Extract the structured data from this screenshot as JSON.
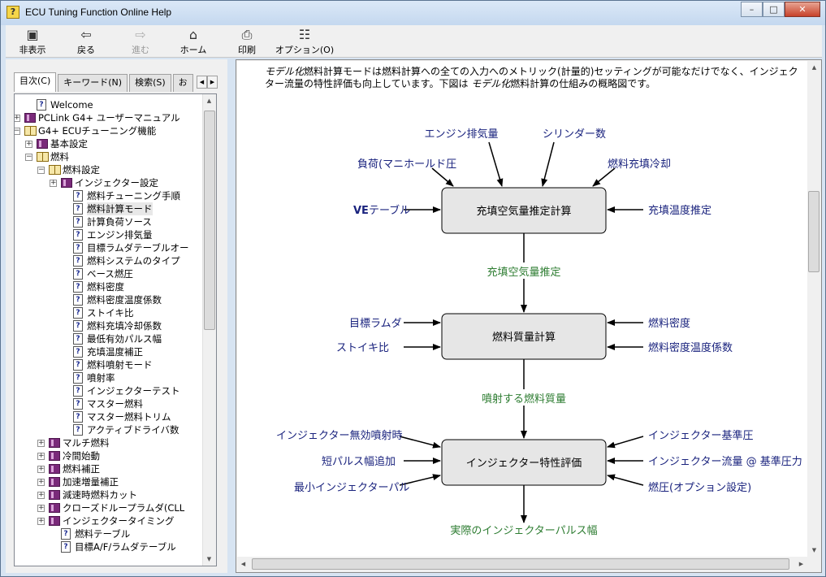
{
  "window": {
    "title": "ECU Tuning Function Online Help",
    "icon": "help-book-icon",
    "minimize": "–",
    "maximize": "□",
    "close": "✕"
  },
  "toolbar": {
    "hide": "非表示",
    "back": "戻る",
    "forward": "進む",
    "home": "ホーム",
    "print": "印刷",
    "options": "オプション(O)"
  },
  "tabs": {
    "contents": "目次(C)",
    "keyword": "キーワード(N)",
    "search": "検索(S)",
    "favorites": "お"
  },
  "tree": [
    {
      "label": "Welcome",
      "type": "page",
      "level": 1,
      "expander": ""
    },
    {
      "label": "PCLink G4+ ユーザーマニュアル",
      "type": "book",
      "level": 0,
      "expander": "+"
    },
    {
      "label": "G4+ ECUチューニング機能",
      "type": "open",
      "level": 0,
      "expander": "−"
    },
    {
      "label": "基本設定",
      "type": "book",
      "level": 1,
      "expander": "+"
    },
    {
      "label": "燃料",
      "type": "open",
      "level": 1,
      "expander": "−"
    },
    {
      "label": "燃料設定",
      "type": "open",
      "level": 2,
      "expander": "−"
    },
    {
      "label": "インジェクター設定",
      "type": "book",
      "level": 3,
      "expander": "+"
    },
    {
      "label": "燃料チューニング手順",
      "type": "page",
      "level": 4,
      "expander": ""
    },
    {
      "label": "燃料計算モード",
      "type": "page",
      "level": 4,
      "expander": "",
      "selected": true
    },
    {
      "label": "計算負荷ソース",
      "type": "page",
      "level": 4,
      "expander": ""
    },
    {
      "label": "エンジン排気量",
      "type": "page",
      "level": 4,
      "expander": ""
    },
    {
      "label": "目標ラムダテーブルオー",
      "type": "page",
      "level": 4,
      "expander": ""
    },
    {
      "label": "燃料システムのタイプ",
      "type": "page",
      "level": 4,
      "expander": ""
    },
    {
      "label": "ベース燃圧",
      "type": "page",
      "level": 4,
      "expander": ""
    },
    {
      "label": "燃料密度",
      "type": "page",
      "level": 4,
      "expander": ""
    },
    {
      "label": "燃料密度温度係数",
      "type": "page",
      "level": 4,
      "expander": ""
    },
    {
      "label": "ストイキ比",
      "type": "page",
      "level": 4,
      "expander": ""
    },
    {
      "label": "燃料充填冷却係数",
      "type": "page",
      "level": 4,
      "expander": ""
    },
    {
      "label": "最低有効パルス幅",
      "type": "page",
      "level": 4,
      "expander": ""
    },
    {
      "label": "充填温度補正",
      "type": "page",
      "level": 4,
      "expander": ""
    },
    {
      "label": "燃料噴射モード",
      "type": "page",
      "level": 4,
      "expander": ""
    },
    {
      "label": "噴射率",
      "type": "page",
      "level": 4,
      "expander": ""
    },
    {
      "label": "インジェクターテスト",
      "type": "page",
      "level": 4,
      "expander": ""
    },
    {
      "label": "マスター燃料",
      "type": "page",
      "level": 4,
      "expander": ""
    },
    {
      "label": "マスター燃料トリム",
      "type": "page",
      "level": 4,
      "expander": ""
    },
    {
      "label": "アクティブドライバ数",
      "type": "page",
      "level": 4,
      "expander": ""
    },
    {
      "label": "マルチ燃料",
      "type": "book",
      "level": 2,
      "expander": "+"
    },
    {
      "label": "冷間始動",
      "type": "book",
      "level": 2,
      "expander": "+"
    },
    {
      "label": "燃料補正",
      "type": "book",
      "level": 2,
      "expander": "+"
    },
    {
      "label": "加速増量補正",
      "type": "book",
      "level": 2,
      "expander": "+"
    },
    {
      "label": "減速時燃料カット",
      "type": "book",
      "level": 2,
      "expander": "+"
    },
    {
      "label": "クローズドループラムダ(CLL",
      "type": "book",
      "level": 2,
      "expander": "+"
    },
    {
      "label": "インジェクタータイミング",
      "type": "book",
      "level": 2,
      "expander": "+"
    },
    {
      "label": "燃料テーブル",
      "type": "page",
      "level": 3,
      "expander": ""
    },
    {
      "label": "目標A/F/ラムダテーブル",
      "type": "page",
      "level": 3,
      "expander": ""
    }
  ],
  "content": {
    "intro_em1": "モデル化",
    "intro_p1": "燃料計算モードは燃料計算への全ての入力へのメトリック(計量的)セッティングが可能なだけでなく、インジェクター流量の特性評価も向上しています。下図は",
    "intro_em2": "モデル化",
    "intro_p2": "燃料計算の仕組みの概略図です。"
  },
  "diagram": {
    "box1": "充填空気量推定計算",
    "box2": "燃料質量計算",
    "box3": "インジェクター特性評価",
    "top_in1": "エンジン排気量",
    "top_in2": "シリンダー数",
    "load": "負荷(マニホールド圧",
    "charge_cool": "燃料充填冷却",
    "ve_bold": "VE",
    "ve_rest": "テーブル",
    "charge_temp": "充填温度推定",
    "out1": "充填空気量推定",
    "target_lambda": "目標ラムダ",
    "stoich": "ストイキ比",
    "fuel_density": "燃料密度",
    "fuel_density_temp": "燃料密度温度係数",
    "out2": "噴射する燃料質量",
    "inj_dead": "インジェクター無効噴射時",
    "short_pulse": "短パルス幅追加",
    "min_pulse": "最小インジェクターパル",
    "inj_ref_press": "インジェクター基準圧",
    "inj_flow": "インジェクター流量 @ 基準圧力",
    "fuel_press": "燃圧(オプション設定)",
    "out3": "実際のインジェクターパルス幅",
    "color_input": "#1a237e",
    "color_output": "#2e7d32"
  }
}
